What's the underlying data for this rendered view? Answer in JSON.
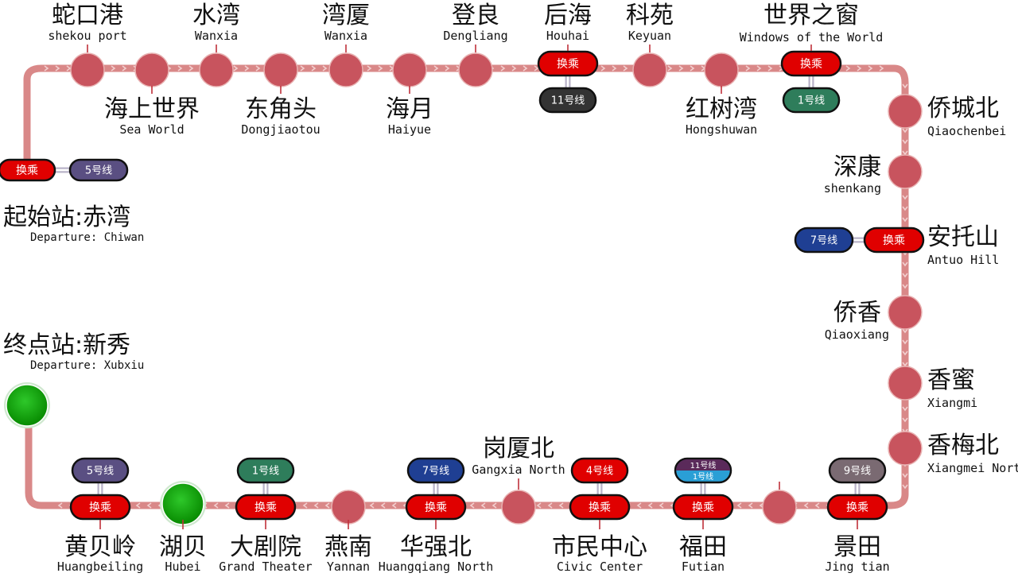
{
  "colors": {
    "track": "#d98888",
    "track_arrow": "#f2d0d0",
    "station": "#c8545e",
    "station_stroke": "#e8b2b2",
    "transfer_red": "#e00000",
    "terminal_green": "#0aa000",
    "line1": "#2e7d5b",
    "line4": "#e00000",
    "line5": "#5a4f82",
    "line7": "#1f3f93",
    "line9": "#7a6a72",
    "line11": "#333333"
  },
  "departure": {
    "title": "起始站:赤湾",
    "subtitle": "Departure: Chiwan"
  },
  "terminus": {
    "title": "终点站:新秀",
    "subtitle": "Departure: Xubxiu"
  },
  "transfer_label": "换乘",
  "stations": [
    {
      "zh": "蛇口港",
      "en": "shekou port",
      "type": "normal"
    },
    {
      "zh": "海上世界",
      "en": "Sea World",
      "type": "normal"
    },
    {
      "zh": "水湾",
      "en": "Wanxia",
      "type": "normal"
    },
    {
      "zh": "东角头",
      "en": "Dongjiaotou",
      "type": "normal"
    },
    {
      "zh": "湾厦",
      "en": "Wanxia",
      "type": "normal"
    },
    {
      "zh": "海月",
      "en": "Haiyue",
      "type": "normal"
    },
    {
      "zh": "登良",
      "en": "Dengliang",
      "type": "normal"
    },
    {
      "zh": "后海",
      "en": "Houhai",
      "type": "transfer",
      "lines": [
        "11号线"
      ]
    },
    {
      "zh": "科苑",
      "en": "Keyuan",
      "type": "normal"
    },
    {
      "zh": "红树湾",
      "en": "Hongshuwan",
      "type": "normal"
    },
    {
      "zh": "世界之窗",
      "en": "Windows of the World",
      "type": "transfer",
      "lines": [
        "1号线"
      ]
    },
    {
      "zh": "侨城北",
      "en": "Qiaochenbei",
      "type": "normal"
    },
    {
      "zh": "深康",
      "en": "shenkang",
      "type": "normal"
    },
    {
      "zh": "安托山",
      "en": "Antuo Hill",
      "type": "transfer",
      "lines": [
        "7号线"
      ]
    },
    {
      "zh": "侨香",
      "en": "Qiaoxiang",
      "type": "normal"
    },
    {
      "zh": "香蜜",
      "en": "Xiangmi",
      "type": "normal"
    },
    {
      "zh": "香梅北",
      "en": "Xiangmei North",
      "type": "normal"
    },
    {
      "zh": "景田",
      "en": "Jing tian",
      "type": "transfer",
      "lines": [
        "9号线"
      ]
    },
    {
      "zh": "",
      "en": "",
      "type": "normal"
    },
    {
      "zh": "福田",
      "en": "Futian",
      "type": "transfer",
      "lines": [
        "11号线",
        "1号线"
      ]
    },
    {
      "zh": "市民中心",
      "en": "Civic Center",
      "type": "transfer",
      "lines": [
        "4号线"
      ]
    },
    {
      "zh": "岗厦北",
      "en": "Gangxia North",
      "type": "normal"
    },
    {
      "zh": "华强北",
      "en": "Huangqiang North",
      "type": "transfer",
      "lines": [
        "7号线"
      ]
    },
    {
      "zh": "燕南",
      "en": "Yannan",
      "type": "normal"
    },
    {
      "zh": "大剧院",
      "en": "Grand Theater",
      "type": "transfer",
      "lines": [
        "1号线"
      ]
    },
    {
      "zh": "湖贝",
      "en": "Hubei",
      "type": "terminal"
    },
    {
      "zh": "黄贝岭",
      "en": "Huangbeiling",
      "type": "transfer",
      "lines": [
        "5号线"
      ]
    }
  ],
  "start_transfer_lines": [
    "5号线"
  ]
}
